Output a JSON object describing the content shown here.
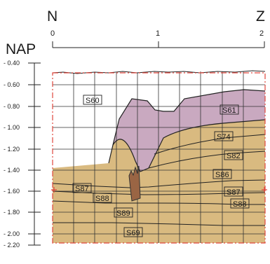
{
  "header": {
    "left_direction": "N",
    "right_direction": "Z",
    "reference_label": "NAP"
  },
  "scale_bar": {
    "ticks": [
      "0",
      "1",
      "2"
    ]
  },
  "depth_axis": {
    "ticks": [
      "- 0.40",
      "- 0.60",
      "- 0.80",
      "- 1.00",
      "- 1.20",
      "- 1.40",
      "- 1.60",
      "- 1.80",
      "- 2.00",
      "- 2.20"
    ]
  },
  "layers": [
    {
      "id": "S60",
      "label": "S60"
    },
    {
      "id": "S61",
      "label": "S61"
    },
    {
      "id": "S74",
      "label": "S74"
    },
    {
      "id": "S82",
      "label": "S82"
    },
    {
      "id": "S86",
      "label": "S86"
    },
    {
      "id": "S87a",
      "label": "S87"
    },
    {
      "id": "S87b",
      "label": "S87"
    },
    {
      "id": "S88a",
      "label": "S88"
    },
    {
      "id": "S88b",
      "label": "S88"
    },
    {
      "id": "S89",
      "label": "S89"
    },
    {
      "id": "S69",
      "label": "S69"
    }
  ],
  "colors": {
    "sand_fill": "#d9ba80",
    "pit_fill": "#c9a9c0",
    "post_fill": "#9a6544",
    "grid_line": "#333333",
    "excavation_border": "#e0463c",
    "survey_marker": "#e0463c"
  }
}
